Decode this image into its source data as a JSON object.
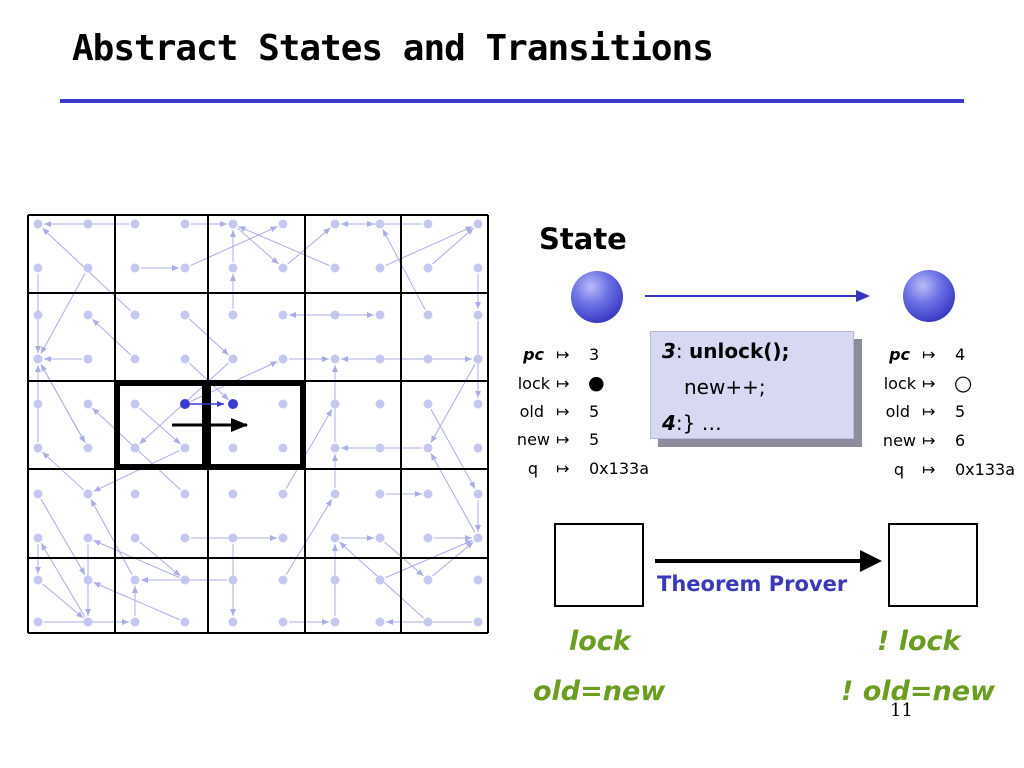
{
  "slide": {
    "title": "Abstract States and Transitions",
    "state_label": "State",
    "page_number": "11"
  },
  "colors": {
    "title_rule": "#3a3acb",
    "grid_dot": "#c5c8ee",
    "grid_arrow": "#a9aee6",
    "node": "#3b3bd0",
    "code_box": "#d7d9f3",
    "theorem_text": "#3a3ab8",
    "predicate_text": "#6a9d20"
  },
  "mapsto_symbol": "↦",
  "state_before": [
    {
      "name": "pc",
      "italic": true,
      "value": "3"
    },
    {
      "name": "lock",
      "italic": false,
      "value": "●"
    },
    {
      "name": "old",
      "italic": false,
      "value": "5"
    },
    {
      "name": "new",
      "italic": false,
      "value": "5"
    },
    {
      "name": "q",
      "italic": false,
      "value": "0x133a"
    }
  ],
  "state_after": [
    {
      "name": "pc",
      "italic": true,
      "value": "4"
    },
    {
      "name": "lock",
      "italic": false,
      "value": "○"
    },
    {
      "name": "old",
      "italic": false,
      "value": "5"
    },
    {
      "name": "new",
      "italic": false,
      "value": "6"
    },
    {
      "name": "q",
      "italic": false,
      "value": "0x133a"
    }
  ],
  "code": {
    "line1_label": "3",
    "line1_colon": ":",
    "line1_stmt": "unlock();",
    "line2_stmt": "new++;",
    "line3_label": "4",
    "line3_rest": ":} …"
  },
  "prover": {
    "label": "Theorem Prover",
    "pre": [
      "lock",
      "old=new"
    ],
    "post": [
      "! lock",
      "! old=new"
    ]
  }
}
